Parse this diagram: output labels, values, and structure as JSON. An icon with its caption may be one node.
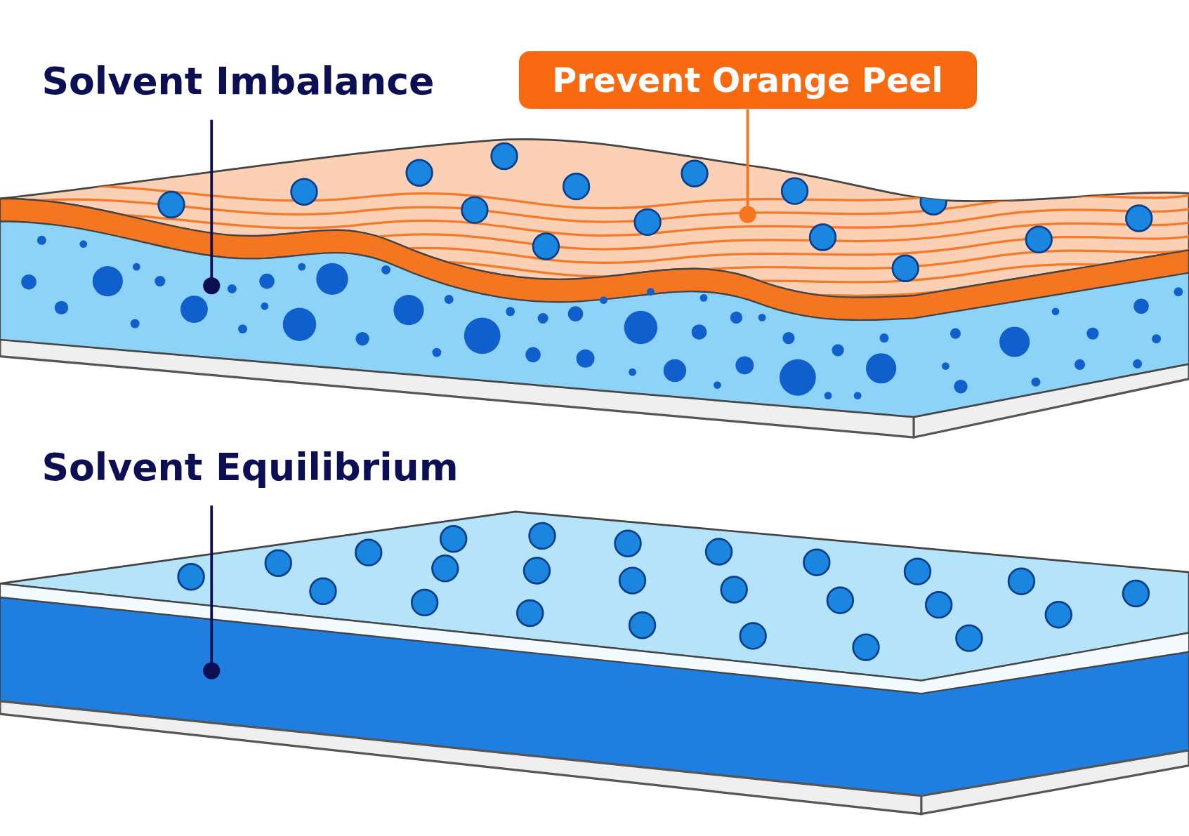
{
  "diagram": {
    "nodes": [
      {
        "text": [
          "Solvent Imbalance"
        ]
      },
      {
        "text": [
          "Prevent Orange Peel"
        ]
      },
      {
        "text": [],
        "shape": "box"
      },
      {
        "text": [],
        "shape": "box"
      },
      {
        "text": [
          "Solvent Equilibrium"
        ]
      },
      {
        "text": [],
        "shape": "box"
      }
    ],
    "edges": [
      {
        "from": 0,
        "to": 3,
        "arrow": "other"
      },
      {
        "from": 1,
        "to": 2,
        "arrow": "other",
        "color": "#f47620"
      },
      {
        "from": 4,
        "to": 5,
        "arrow": "other"
      }
    ]
  }
}
